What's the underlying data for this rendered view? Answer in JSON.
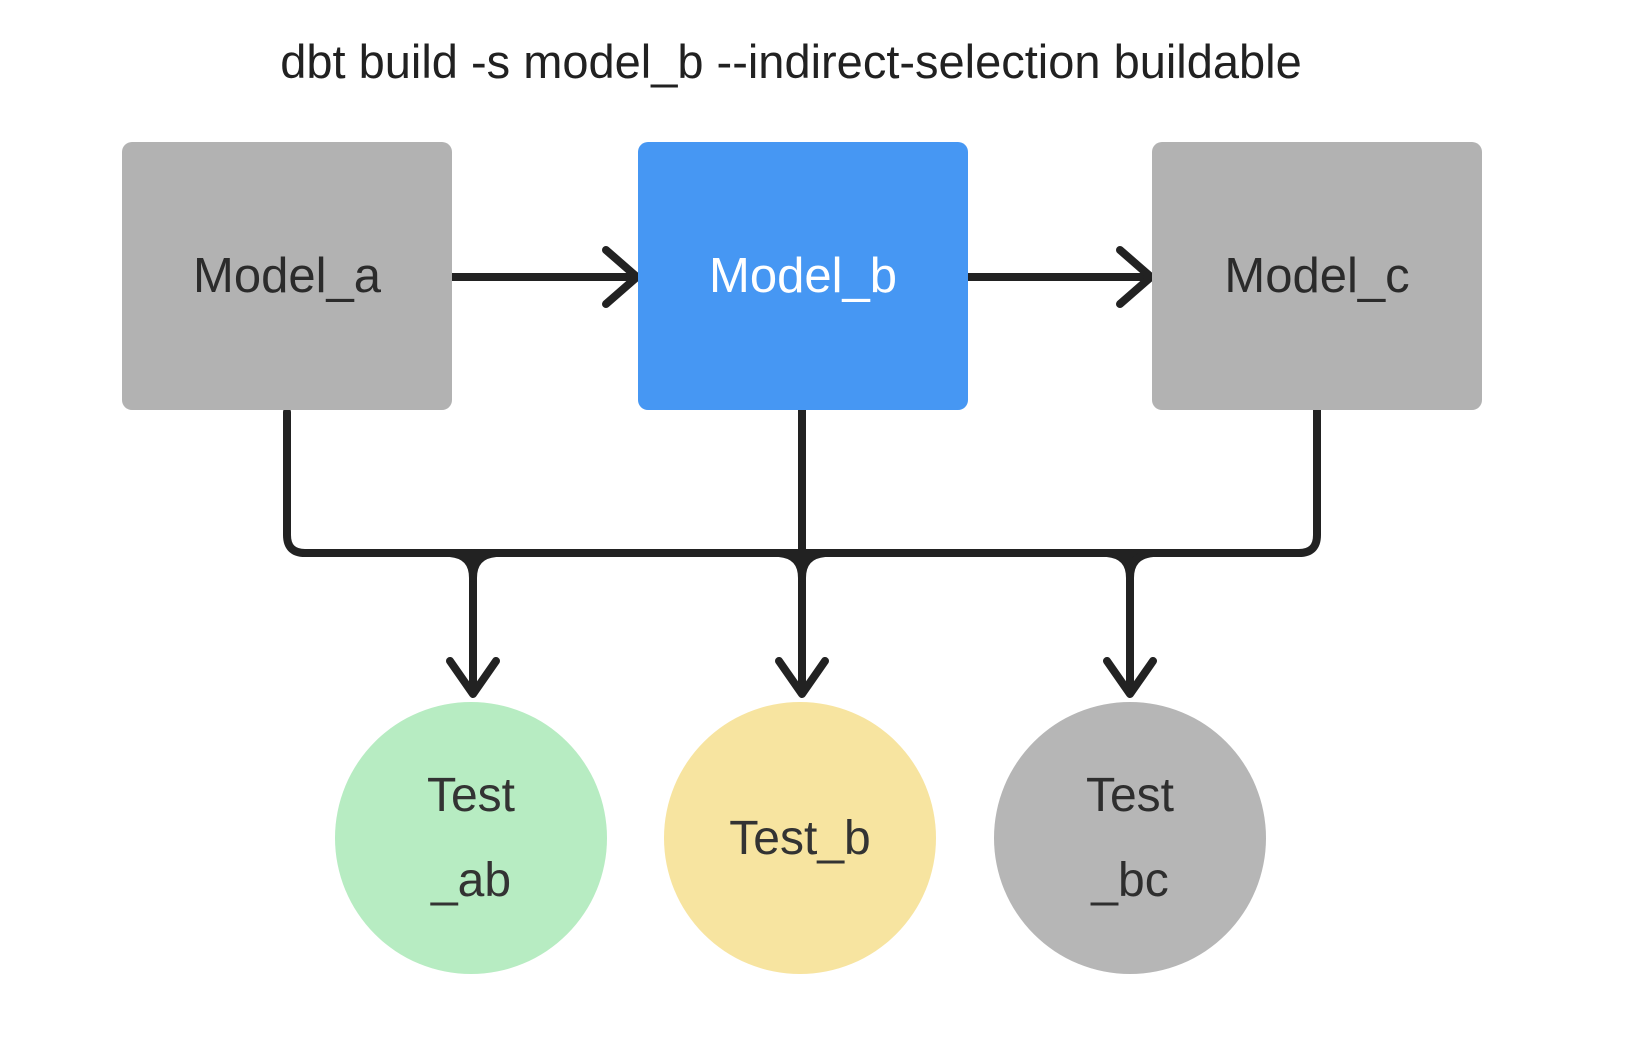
{
  "title": "dbt build -s model_b --indirect-selection buildable",
  "edge_color": "#222222",
  "models": [
    {
      "id": "model_a",
      "label": "Model_a",
      "fill": "#b2b2b2",
      "text_color": "#2b2b2b",
      "selected": false
    },
    {
      "id": "model_b",
      "label": "Model_b",
      "fill": "#4697f3",
      "text_color": "#ffffff",
      "selected": true
    },
    {
      "id": "model_c",
      "label": "Model_c",
      "fill": "#b2b2b2",
      "text_color": "#2b2b2b",
      "selected": false
    }
  ],
  "tests": [
    {
      "id": "test_ab",
      "line1": "Test",
      "line2": "_ab",
      "fill": "#b7ecc2",
      "text_color": "#333333"
    },
    {
      "id": "test_b",
      "line1": "Test_b",
      "line2": "",
      "fill": "#f7e4a0",
      "text_color": "#333333"
    },
    {
      "id": "test_bc",
      "line1": "Test",
      "line2": "_bc",
      "fill": "#b6b6b6",
      "text_color": "#2e2e2e"
    }
  ],
  "edges": [
    {
      "from": "model_a",
      "to": "model_b",
      "style": "arrow"
    },
    {
      "from": "model_b",
      "to": "model_c",
      "style": "arrow"
    },
    {
      "from": "model_a / model_b / model_c (shared bus)",
      "to": "test_ab",
      "style": "arrow"
    },
    {
      "from": "model_a / model_b / model_c (shared bus)",
      "to": "test_b",
      "style": "arrow"
    },
    {
      "from": "model_a / model_b / model_c (shared bus)",
      "to": "test_bc",
      "style": "arrow"
    }
  ]
}
